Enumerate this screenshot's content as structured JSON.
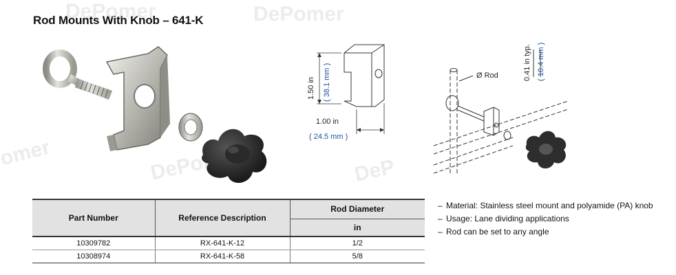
{
  "title": "Rod Mounts With Knob – 641-K",
  "watermark": {
    "brand_text": "DePomer",
    "fragments": [
      "DePomer",
      "DePomer",
      "omer",
      "DePomer",
      "DeP"
    ]
  },
  "dimensions": {
    "height_in": "1.50 in",
    "height_mm": "( 38.1 mm )",
    "width_in": "1.00 in",
    "width_mm": "( 24.5 mm )",
    "rod_label": "Ø Rod",
    "spacing_in": "0.41 in typ.",
    "spacing_mm": "( 10.4 mm )"
  },
  "table": {
    "headers": {
      "part_number": "Part Number",
      "reference_description": "Reference Description",
      "rod_diameter": "Rod Diameter",
      "rod_unit": "in"
    },
    "rows": [
      {
        "part_number": "10309782",
        "reference": "RX-641-K-12",
        "diameter": "1/2"
      },
      {
        "part_number": "10308974",
        "reference": "RX-641-K-58",
        "diameter": "5/8"
      }
    ]
  },
  "features": [
    "Material: Stainless steel mount and polyamide (PA) knob",
    "Usage: Lane dividing applications",
    "Rod can be set to any angle"
  ],
  "colors": {
    "dimension_blue": "#1d4e9a",
    "header_gray": "#e2e2e2",
    "watermark_red": "#e8454a",
    "watermark_orange": "#f3a33a"
  }
}
